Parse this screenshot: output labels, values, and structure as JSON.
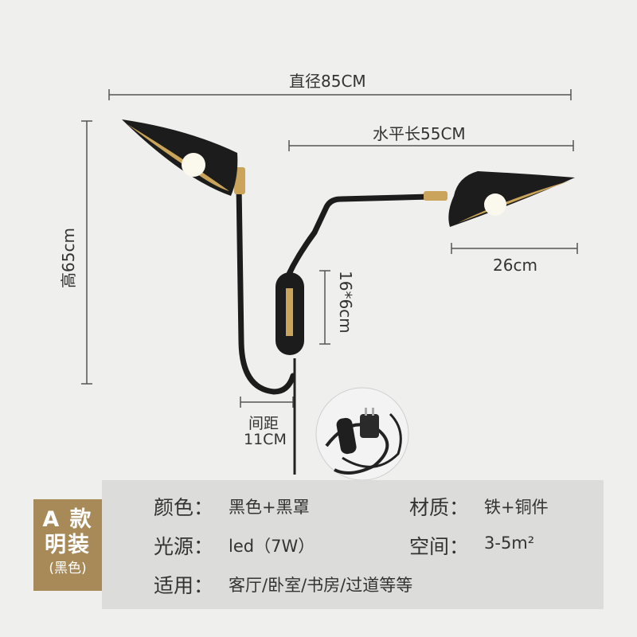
{
  "dimensions": {
    "diameter": "直径85CM",
    "horizontal_length": "水平长55CM",
    "height": "高65cm",
    "shade_width": "26cm",
    "base_size": "16*6cm",
    "spacing_label": "间距",
    "spacing_value": "11CM"
  },
  "badge": {
    "line1": "A 款",
    "line2": "明装",
    "line3": "(黑色)"
  },
  "specs": {
    "color_key": "颜色：",
    "color_val": "黑色+黑罩",
    "material_key": "材质：",
    "material_val": "铁+铜件",
    "light_key": "光源：",
    "light_val": "led（7W）",
    "space_key": "空间：",
    "space_val": "3-5m²",
    "usage_key": "适用：",
    "usage_val": "客厅/卧室/书房/过道等等"
  },
  "colors": {
    "background": "#efefee",
    "lamp_black": "#1c1c1c",
    "brass": "#c9a45a",
    "panel": "#dcdcdb",
    "badge": "#a88a58"
  }
}
